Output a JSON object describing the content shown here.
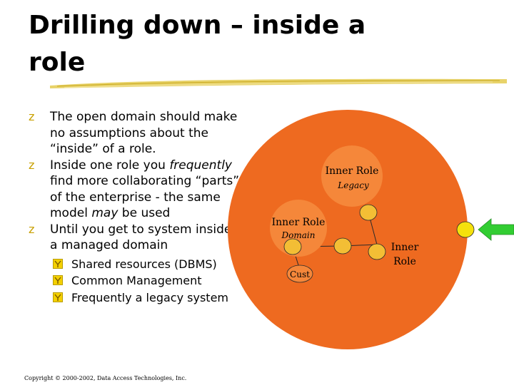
{
  "slide": {
    "title_line1": "Drilling down – inside a",
    "title_line2": "role",
    "bullets": [
      {
        "line1": "The open domain should make",
        "line2": "no assumptions about the",
        "line3": "“inside” of a role."
      },
      {
        "line1_pre": "Inside one role you ",
        "line1_em": "frequently",
        "line2": "find more collaborating “parts”",
        "line3": "of the enterprise - the same",
        "line4_pre": "model ",
        "line4_em": "may",
        "line4_post": " be used"
      },
      {
        "line1": "Until you get to system inside",
        "line2": "a managed domain"
      }
    ],
    "sub_bullets": [
      "Shared resources (DBMS)",
      "Common Management",
      "Frequently a legacy system"
    ],
    "copyright": "Copyright © 2000-2002, Data Access Technologies, Inc."
  },
  "diagram": {
    "legacy_label": "Inner Role",
    "legacy_sublabel": "Legacy",
    "domain_label": "Inner Role",
    "domain_sublabel": "Domain",
    "cust_label": "Cust",
    "outer_label_line1": "Inner",
    "outer_label_line2": "Role"
  },
  "colors": {
    "outer_fill": "#ee6a20",
    "inner_fill": "#f5873a",
    "port_fill": "#f3be35",
    "port_yellow": "#f5e10c",
    "arrow_green": "#32cd32",
    "bullet_accent": "#c8a000"
  }
}
